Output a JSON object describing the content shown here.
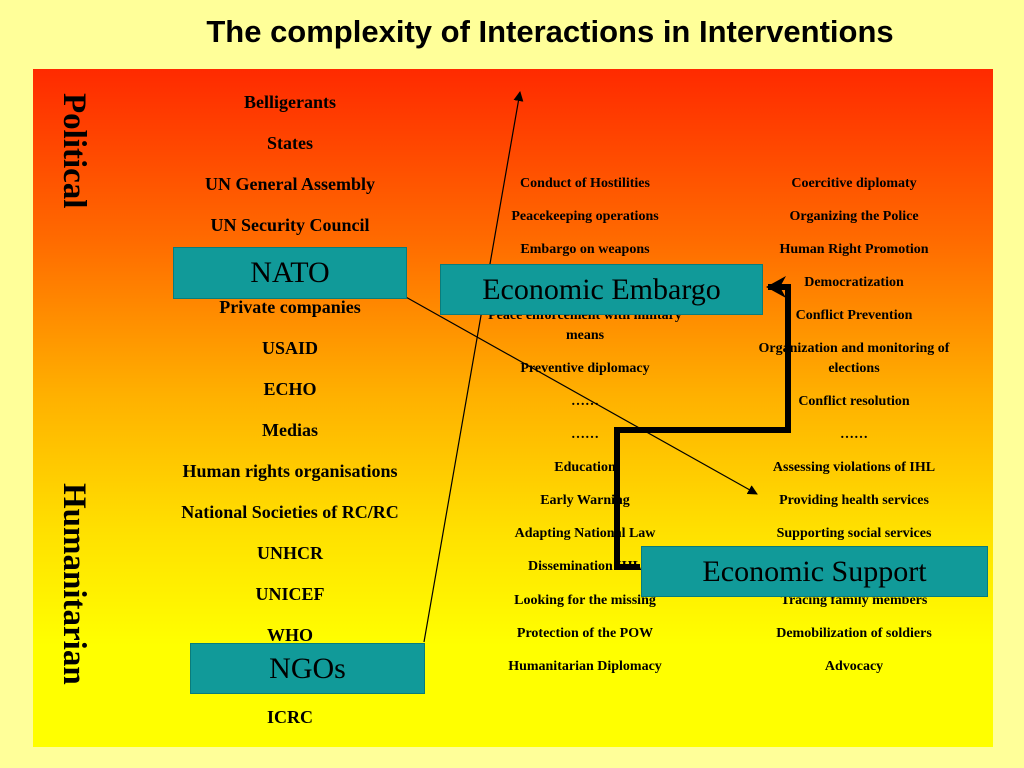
{
  "title": "The complexity of Interactions in Interventions",
  "axis_labels": {
    "top": "Political",
    "bottom": "Humanitarian"
  },
  "actors": [
    "Belligerants",
    "States",
    "UN General Assembly",
    "UN Security Council",
    "",
    "Private companies",
    "USAID",
    "ECHO",
    "Medias",
    "Human rights organisations",
    "National Societies of RC/RC",
    "UNHCR",
    "UNICEF",
    "WHO",
    "",
    "ICRC"
  ],
  "col1": [
    "Conduct of Hostilities",
    "Peacekeeping operations",
    "Embargo on weapons",
    "",
    "Peace enforcement with military means",
    "Preventive diplomacy",
    "……",
    "……",
    "Education",
    "Early Warning",
    "Adapting National Law",
    "Dissemination IHL",
    "Looking for the missing",
    "Protection of the POW",
    "Humanitarian Diplomacy"
  ],
  "col2": [
    "Coercitive diplomaty",
    "Organizing the Police",
    "Human Right Promotion",
    "Democratization",
    "Conflict Prevention",
    "Organization and monitoring of  elections",
    "Conflict resolution",
    "……",
    "Assessing violations of IHL",
    "Providing health services",
    "Supporting social services",
    "",
    "Tracing family members",
    "Demobilization of  soldiers",
    "Advocacy"
  ],
  "boxes": {
    "nato": "NATO",
    "ngos": "NGOs",
    "embargo": "Economic Embargo",
    "support": "Economic Support"
  },
  "colors": {
    "box": "#119a99",
    "gradient_top": "#ff2a00",
    "gradient_bottom": "#ffff00"
  }
}
